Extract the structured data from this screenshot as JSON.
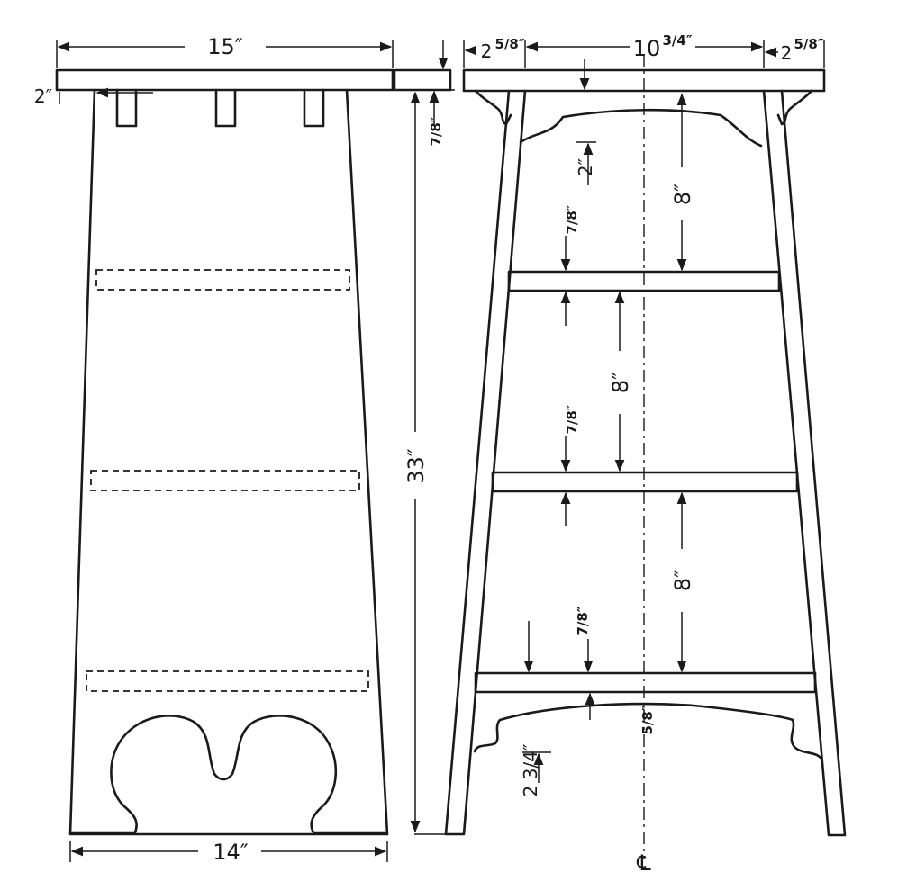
{
  "dimensions": {
    "top_width": "15″",
    "top_thickness": "2″",
    "base_width": "14″",
    "height": "33″",
    "top_board_thickness": "7/8″",
    "leg_offset_left_whole": "2",
    "leg_offset_left_frac": "5/8″",
    "center_span_whole": "10",
    "center_span_frac": "3/4″",
    "leg_offset_right_whole": "2",
    "leg_offset_right_frac": "5/8″",
    "apron_drop": "2″",
    "shelf_thickness_1": "7/8″",
    "shelf_spacing_1": "8″",
    "shelf_thickness_2": "7/8″",
    "shelf_spacing_2": "8″",
    "shelf_spacing_3": "8″",
    "shelf_thickness_3": "7/8″",
    "bottom_rail": "5/8″",
    "bracket_height": "2 3/4″"
  },
  "symbols": {
    "centerline": "℄"
  }
}
